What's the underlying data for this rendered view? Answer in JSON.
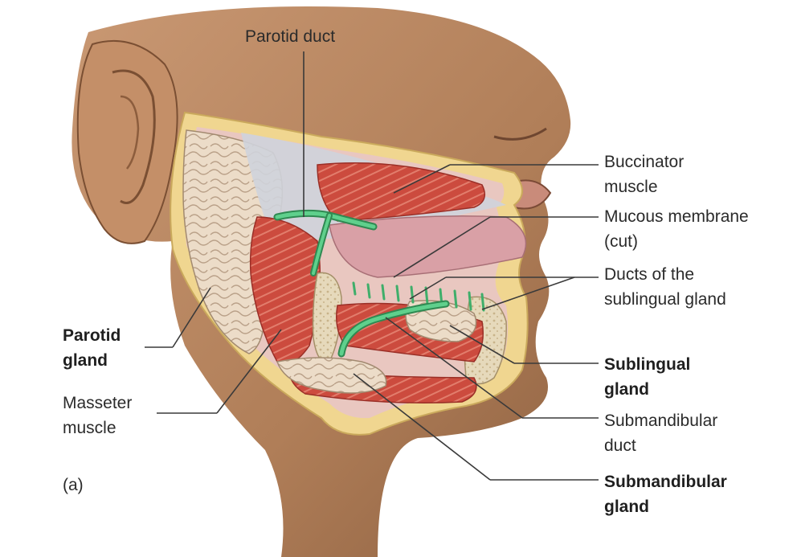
{
  "labels": {
    "parotid_duct": "Parotid duct",
    "buccinator_muscle": "Buccinator\nmuscle",
    "mucous_membrane": "Mucous membrane\n(cut)",
    "ducts_sublingual": "Ducts of the\nsublingual gland",
    "sublingual_gland": "Sublingual\ngland",
    "submandibular_duct": "Submandibular\nduct",
    "submandibular_gland": "Submandibular\ngland",
    "parotid_gland": "Parotid\ngland",
    "masseter_muscle": "Masseter\nmuscle",
    "panel_letter": "(a)"
  },
  "colors": {
    "skin": "#b98660",
    "skin_dark": "#8a5d3f",
    "fat": "#f0d690",
    "gland": "#ead8c2",
    "muscle": "#c9463a",
    "muscle_light": "#e07a6a",
    "mucosa": "#dba0a8",
    "duct": "#3fae6a",
    "bone": "#e4d6b8",
    "leader": "#3a3a3a"
  }
}
